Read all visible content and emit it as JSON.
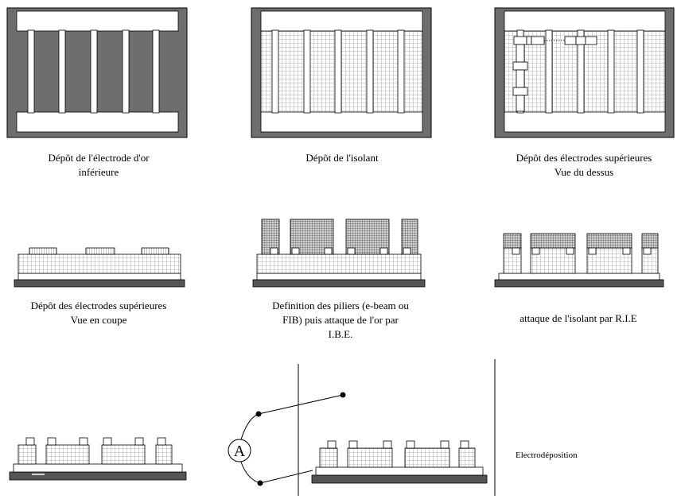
{
  "captions": {
    "step1": {
      "line1": "Dépôt de l'électrode d'or",
      "line2": "inférieure"
    },
    "step2": {
      "line1": "Dépôt de l'isolant"
    },
    "step3": {
      "line1": "Dépôt des électrodes supérieures",
      "line2": "Vue du dessus"
    },
    "step4": {
      "line1": "Dépôt des électrodes supérieures",
      "line2": "Vue en coupe"
    },
    "step5": {
      "line1": "Definition des piliers (e-beam ou",
      "line2": "FIB) puis attaque de l'or par",
      "line3": "I.B.E."
    },
    "step6": {
      "line1": "attaque de l'isolant par R.I.E"
    },
    "step8": {
      "line1": "Electrodéposition"
    }
  },
  "ammeter": {
    "symbol": "A"
  },
  "colors": {
    "frame": "#6e6e6e",
    "substrate": "#555555",
    "grid_line": "#9a9a9a",
    "dense_line": "#4a4a4a",
    "outline": "#000000"
  }
}
